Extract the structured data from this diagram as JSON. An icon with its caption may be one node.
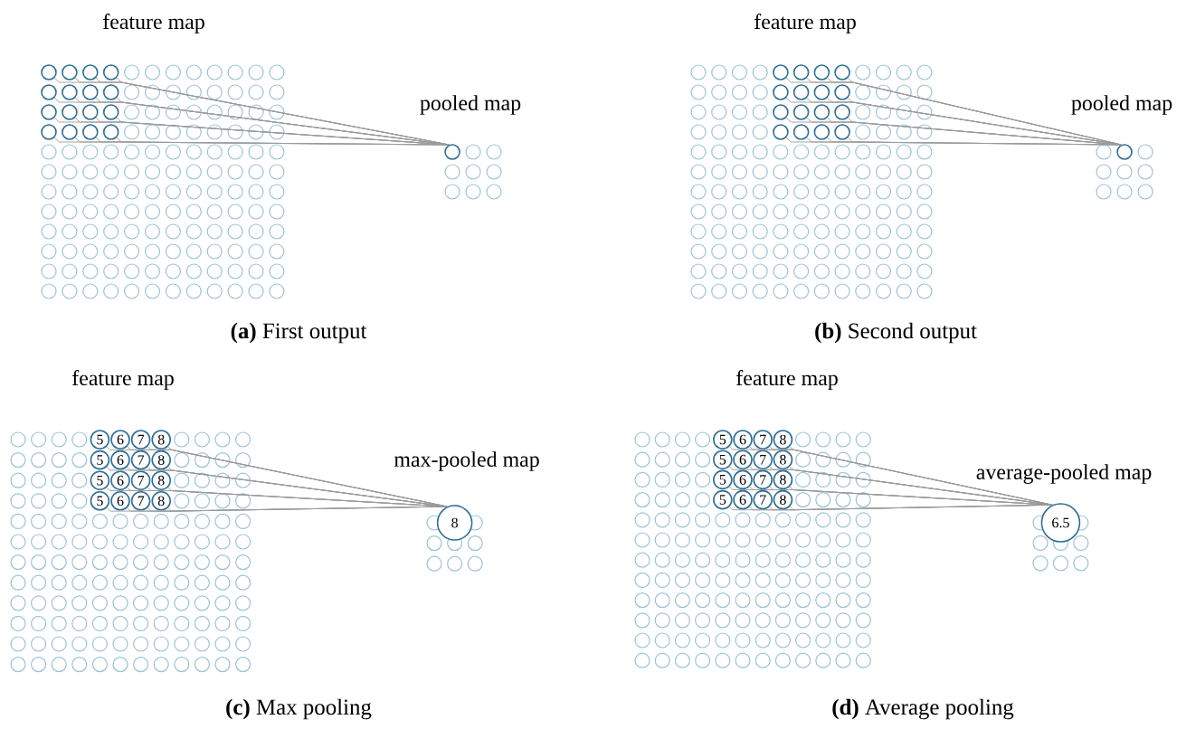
{
  "diagram": {
    "nodes": [
      {
        "text": [],
        "shape": "circle"
      },
      {
        "text": [],
        "shape": "circle"
      },
      {
        "text": [],
        "shape": "circle"
      },
      {
        "text": [],
        "shape": "circle"
      },
      {
        "text": [],
        "shape": "circle"
      },
      {
        "text": [],
        "shape": "circle"
      },
      {
        "text": [],
        "shape": "circle"
      },
      {
        "text": [],
        "shape": "circle"
      },
      {
        "text": [],
        "shape": "circle"
      },
      {
        "text": [],
        "shape": "circle"
      },
      {
        "text": [],
        "shape": "circle"
      },
      {
        "text": [],
        "shape": "circle"
      },
      {
        "text": [],
        "shape": "circle"
      },
      {
        "text": [],
        "shape": "circle"
      },
      {
        "text": [],
        "shape": "circle"
      },
      {
        "text": [],
        "shape": "circle"
      },
      {
        "text": [],
        "shape": "circle"
      },
      {
        "text": [],
        "shape": "circle"
      },
      {
        "text": [],
        "shape": "circle"
      },
      {
        "text": [],
        "shape": "circle"
      },
      {
        "text": [],
        "shape": "circle"
      },
      {
        "text": [],
        "shape": "circle"
      },
      {
        "text": [],
        "shape": "circle"
      },
      {
        "text": [],
        "shape": "circle"
      },
      {
        "text": [],
        "shape": "circle"
      },
      {
        "text": [],
        "shape": "circle"
      },
      {
        "text": [],
        "shape": "circle"
      },
      {
        "text": [],
        "shape": "circle"
      },
      {
        "text": [],
        "shape": "circle"
      },
      {
        "text": [],
        "shape": "circle"
      },
      {
        "text": [],
        "shape": "circle"
      },
      {
        "text": [],
        "shape": "circle"
      },
      {
        "text": [],
        "shape": "circle"
      },
      {
        "text": [],
        "shape": "circle"
      },
      {
        "text": [
          "5"
        ]
      },
      {
        "text": [
          "6"
        ]
      },
      {
        "text": [
          "7"
        ]
      },
      {
        "text": [
          "8"
        ]
      },
      {
        "text": [
          "5"
        ]
      },
      {
        "text": [
          "6"
        ]
      },
      {
        "text": [
          "7"
        ]
      },
      {
        "text": [
          "8"
        ]
      },
      {
        "text": [
          "5"
        ]
      },
      {
        "text": [
          "6"
        ]
      },
      {
        "text": [
          "7"
        ]
      },
      {
        "text": [
          "8"
        ]
      },
      {
        "text": [
          "5"
        ]
      },
      {
        "text": [
          "6"
        ]
      },
      {
        "text": [
          "7"
        ]
      },
      {
        "text": [
          "8"
        ]
      },
      {
        "text": [
          "8"
        ]
      },
      {
        "text": [
          "5"
        ]
      },
      {
        "text": [
          "6"
        ]
      },
      {
        "text": [
          "7"
        ]
      },
      {
        "text": [
          "8"
        ]
      },
      {
        "text": [
          "5"
        ]
      },
      {
        "text": [
          "6"
        ]
      },
      {
        "text": [
          "7"
        ]
      },
      {
        "text": [
          "8"
        ]
      },
      {
        "text": [
          "5"
        ]
      },
      {
        "text": [
          "6"
        ]
      },
      {
        "text": [
          "7"
        ]
      },
      {
        "text": [
          "8"
        ]
      },
      {
        "text": [
          "5"
        ]
      },
      {
        "text": [
          "6"
        ]
      },
      {
        "text": [
          "7"
        ]
      },
      {
        "text": [
          "8"
        ]
      },
      {
        "text": [
          "6.5"
        ]
      }
    ],
    "edges": [
      {
        "from": 0,
        "to": 16,
        "arrow": "none"
      },
      {
        "from": 1,
        "to": 16,
        "arrow": "none"
      },
      {
        "from": 2,
        "to": 16,
        "arrow": "none"
      },
      {
        "from": 3,
        "to": 16,
        "arrow": "none"
      },
      {
        "from": 4,
        "to": 16,
        "arrow": "none"
      },
      {
        "from": 5,
        "to": 16,
        "arrow": "none"
      },
      {
        "from": 6,
        "to": 16,
        "arrow": "none"
      },
      {
        "from": 7,
        "to": 16,
        "arrow": "none"
      },
      {
        "from": 8,
        "to": 16,
        "arrow": "none"
      },
      {
        "from": 9,
        "to": 16,
        "arrow": "none"
      },
      {
        "from": 10,
        "to": 16,
        "arrow": "none"
      },
      {
        "from": 11,
        "to": 16,
        "arrow": "none"
      },
      {
        "from": 12,
        "to": 16,
        "arrow": "none"
      },
      {
        "from": 13,
        "to": 16,
        "arrow": "none"
      },
      {
        "from": 14,
        "to": 16,
        "arrow": "none"
      },
      {
        "from": 15,
        "to": 16,
        "arrow": "none"
      },
      {
        "from": 17,
        "to": 33,
        "arrow": "none"
      },
      {
        "from": 18,
        "to": 33,
        "arrow": "none"
      },
      {
        "from": 19,
        "to": 33,
        "arrow": "none"
      },
      {
        "from": 20,
        "to": 33,
        "arrow": "none"
      },
      {
        "from": 21,
        "to": 33,
        "arrow": "none"
      },
      {
        "from": 22,
        "to": 33,
        "arrow": "none"
      },
      {
        "from": 23,
        "to": 33,
        "arrow": "none"
      },
      {
        "from": 24,
        "to": 33,
        "arrow": "none"
      },
      {
        "from": 25,
        "to": 33,
        "arrow": "none"
      },
      {
        "from": 26,
        "to": 33,
        "arrow": "none"
      },
      {
        "from": 27,
        "to": 33,
        "arrow": "none"
      },
      {
        "from": 28,
        "to": 33,
        "arrow": "none"
      },
      {
        "from": 29,
        "to": 33,
        "arrow": "none"
      },
      {
        "from": 30,
        "to": 33,
        "arrow": "none"
      },
      {
        "from": 31,
        "to": 33,
        "arrow": "none"
      },
      {
        "from": 32,
        "to": 33,
        "arrow": "none"
      },
      {
        "from": 34,
        "to": 50,
        "arrow": "none"
      },
      {
        "from": 35,
        "to": 50,
        "arrow": "none"
      },
      {
        "from": 36,
        "to": 50,
        "arrow": "none"
      },
      {
        "from": 37,
        "to": 50,
        "arrow": "none"
      },
      {
        "from": 38,
        "to": 50,
        "arrow": "none"
      },
      {
        "from": 39,
        "to": 50,
        "arrow": "none"
      },
      {
        "from": 40,
        "to": 50,
        "arrow": "none"
      },
      {
        "from": 41,
        "to": 50,
        "arrow": "none"
      },
      {
        "from": 42,
        "to": 50,
        "arrow": "none"
      },
      {
        "from": 43,
        "to": 50,
        "arrow": "none"
      },
      {
        "from": 44,
        "to": 50,
        "arrow": "none"
      },
      {
        "from": 45,
        "to": 50,
        "arrow": "none"
      },
      {
        "from": 46,
        "to": 50,
        "arrow": "none"
      },
      {
        "from": 47,
        "to": 50,
        "arrow": "none"
      },
      {
        "from": 48,
        "to": 50,
        "arrow": "none"
      },
      {
        "from": 49,
        "to": 50,
        "arrow": "none"
      },
      {
        "from": 51,
        "to": 67,
        "arrow": "none"
      },
      {
        "from": 52,
        "to": 67,
        "arrow": "none"
      },
      {
        "from": 53,
        "to": 67,
        "arrow": "none"
      },
      {
        "from": 54,
        "to": 67,
        "arrow": "none"
      },
      {
        "from": 55,
        "to": 67,
        "arrow": "none"
      },
      {
        "from": 56,
        "to": 67,
        "arrow": "none"
      },
      {
        "from": 57,
        "to": 67,
        "arrow": "none"
      },
      {
        "from": 58,
        "to": 67,
        "arrow": "none"
      },
      {
        "from": 59,
        "to": 67,
        "arrow": "none"
      },
      {
        "from": 60,
        "to": 67,
        "arrow": "none"
      },
      {
        "from": 61,
        "to": 67,
        "arrow": "none"
      },
      {
        "from": 62,
        "to": 67,
        "arrow": "none"
      },
      {
        "from": 63,
        "to": 67,
        "arrow": "none"
      },
      {
        "from": 64,
        "to": 67,
        "arrow": "none"
      },
      {
        "from": 65,
        "to": 67,
        "arrow": "none"
      },
      {
        "from": 66,
        "to": 67,
        "arrow": "none"
      }
    ],
    "labels": [
      "feature map",
      "pooled map",
      "feature map",
      "pooled map",
      "**(a)** First output",
      "**(b)** Second output",
      "feature map",
      "max-pooled map",
      "feature map",
      "average-pooled map",
      "**(c)** Max pooling",
      "**(d)** Average pooling"
    ]
  }
}
